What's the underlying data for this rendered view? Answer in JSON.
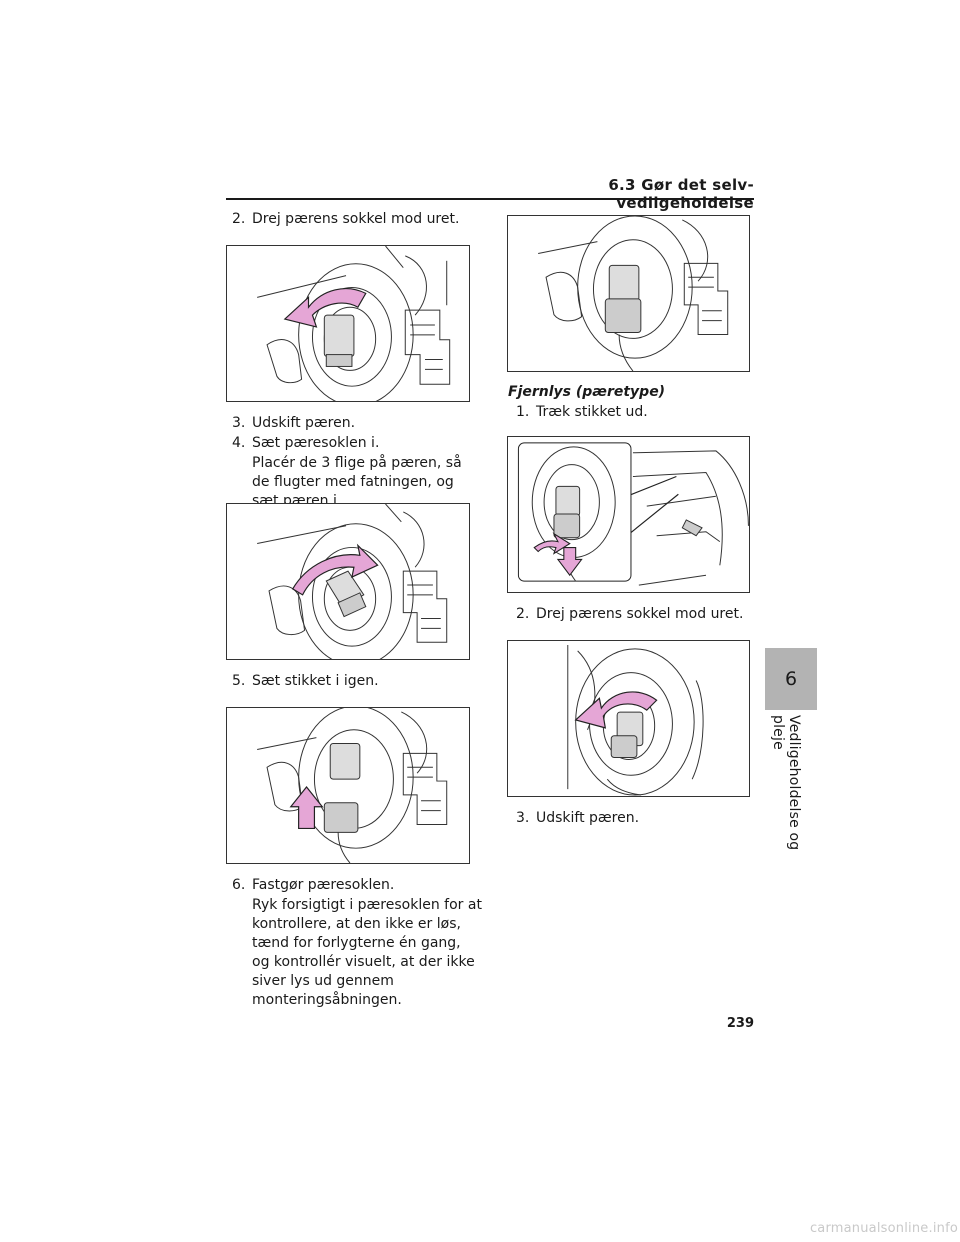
{
  "header": {
    "section": "6.3 Gør det selv-vedligeholdelse"
  },
  "left_column": {
    "step2": {
      "num": "2.",
      "text": "Drej pærens sokkel mod uret."
    },
    "step3": {
      "num": "3.",
      "text": "Udskift pæren."
    },
    "step4": {
      "num": "4.",
      "text": "Sæt pæresoklen i.",
      "detail": "Placér de 3 flige på pæren, så de flugter med fatningen, og sæt pæren i."
    },
    "step5": {
      "num": "5.",
      "text": "Sæt stikket i igen."
    },
    "step6": {
      "num": "6.",
      "text": "Fastgør pæresoklen.",
      "detail": "Ryk forsigtigt i pæresoklen for at kontrollere, at den ikke er løs, tænd for forlygterne én gang, og kontrollér visuelt, at der ikke siver lys ud gennem monteringsåbningen."
    }
  },
  "right_column": {
    "subheading": "Fjernlys (pæretype)",
    "step1": {
      "num": "1.",
      "text": "Træk stikket ud."
    },
    "step2": {
      "num": "2.",
      "text": "Drej pærens sokkel mod uret."
    },
    "step3": {
      "num": "3.",
      "text": "Udskift pæren."
    }
  },
  "side_tab": {
    "number": "6",
    "label": "Vedligeholdelse og pleje"
  },
  "page_number": "239",
  "watermark": "carmanualsonline.info",
  "colors": {
    "arrow": "#e5a6d6",
    "arrow_stroke": "#222222",
    "tab": "#b3b3b3"
  }
}
